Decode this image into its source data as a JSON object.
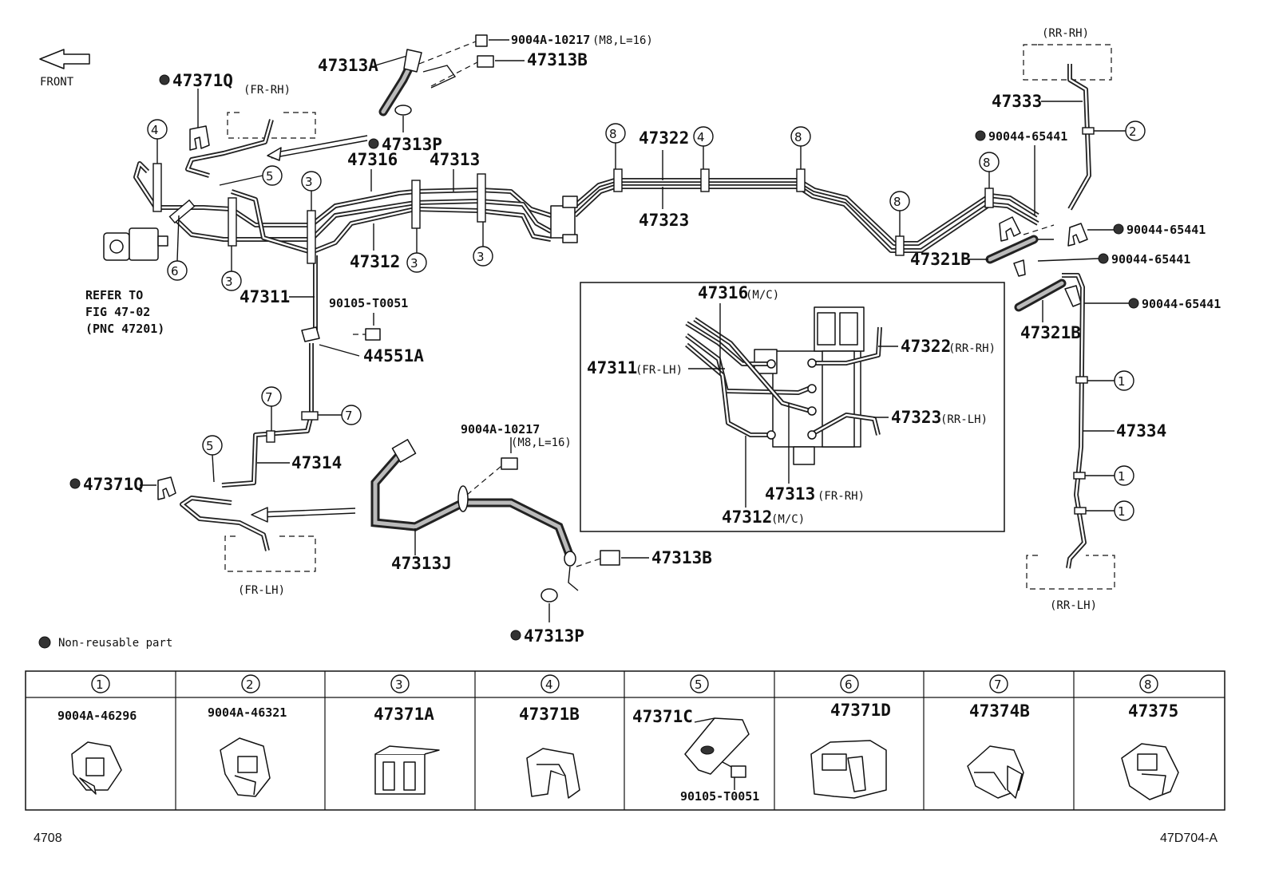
{
  "labels": {
    "front": "FRONT",
    "fr_rh": "(FR-RH)",
    "fr_lh": "(FR-LH)",
    "rr_rh": "(RR-RH)",
    "rr_lh": "(RR-LH)",
    "p47371q_top": "47371Q",
    "p47371q_bot": "47371Q",
    "p47313a": "47313A",
    "p9004a_top": "9004A-10217",
    "p9004a_top_spec": "(M8,L=16)",
    "p47313b_top": "47313B",
    "p47313p_top": "47313P",
    "p47316": "47316",
    "p47313": "47313",
    "p47322": "47322",
    "p47323": "47323",
    "p47312": "47312",
    "p47311": "47311",
    "p90105": "90105-T0051",
    "p44551a": "44551A",
    "p47314": "47314",
    "p9004a_mid": "9004A-10217",
    "p9004a_mid_spec": "(M8,L=16)",
    "p47313j": "47313J",
    "p47313b_bot": "47313B",
    "p47313p_bot": "47313P",
    "p47333": "47333",
    "p90044_a": "90044-65441",
    "p90044_b": "90044-65441",
    "p90044_c": "90044-65441",
    "p90044_d": "90044-65441",
    "p47321b_a": "47321B",
    "p47321b_b": "47321B",
    "p47334": "47334",
    "refer_1": "REFER TO",
    "refer_2": "FIG 47-02",
    "refer_3": "(PNC 47201)",
    "non_reusable": "Non-reusable part"
  },
  "inset": {
    "p47316": "47316",
    "p47316_tag": "(M/C)",
    "p47311": "47311",
    "p47311_tag": "(FR-LH)",
    "p47322": "47322",
    "p47322_tag": "(RR-RH)",
    "p47323": "47323",
    "p47323_tag": "(RR-LH)",
    "p47313": "47313",
    "p47313_tag": "(FR-RH)",
    "p47312": "47312",
    "p47312_tag": "(M/C)"
  },
  "callouts": [
    "①",
    "②",
    "③",
    "④",
    "⑤",
    "⑥",
    "⑦",
    "⑧"
  ],
  "legend": [
    {
      "num": "①",
      "part": "9004A-46296"
    },
    {
      "num": "②",
      "part": "9004A-46321"
    },
    {
      "num": "③",
      "part": "47371A"
    },
    {
      "num": "④",
      "part": "47371B"
    },
    {
      "num": "⑤",
      "part": "47371C",
      "extra": "90105-T0051"
    },
    {
      "num": "⑥",
      "part": "47371D"
    },
    {
      "num": "⑦",
      "part": "47374B"
    },
    {
      "num": "⑧",
      "part": "47375"
    }
  ],
  "footer": {
    "left": "4708",
    "right": "47D704-A"
  }
}
